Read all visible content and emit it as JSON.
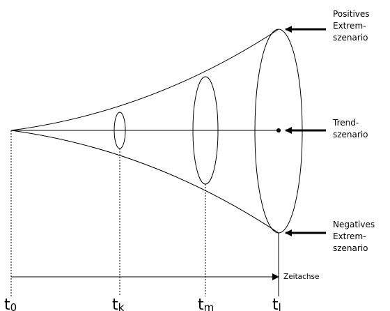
{
  "scenarios": {
    "positive": [
      "Positives",
      "Extrem-",
      "szenario"
    ],
    "trend": [
      "Trend-",
      "szenario"
    ],
    "negative": [
      "Negatives",
      "Extrem-",
      "szenario"
    ]
  },
  "axis_label": "Zeitachse",
  "time_points": [
    {
      "main": "t",
      "sub": "0"
    },
    {
      "main": "t",
      "sub": "k"
    },
    {
      "main": "t",
      "sub": "m"
    },
    {
      "main": "t",
      "sub": "l"
    }
  ]
}
